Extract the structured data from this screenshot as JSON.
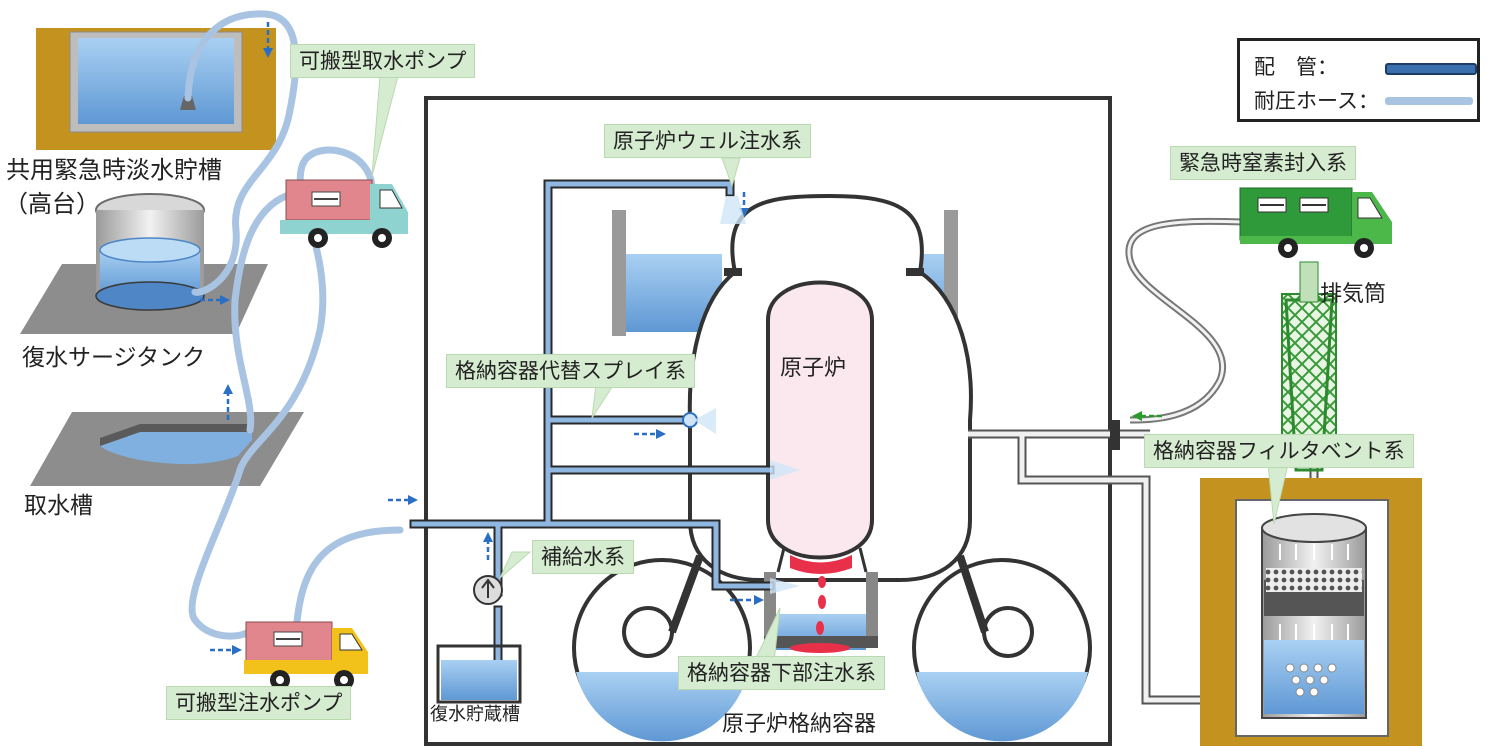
{
  "labels": {
    "common_emergency_tank": "共用緊急時淡水貯槽",
    "common_emergency_tank_sub": "（高台）",
    "condensate_surge_tank": "復水サージタンク",
    "intake_pit": "取水槽",
    "condensate_storage_tank": "復水貯蔵槽",
    "reactor": "原子炉",
    "containment_vessel": "原子炉格納容器",
    "exhaust_stack": "排気筒"
  },
  "callouts": {
    "portable_intake_pump": "可搬型取水ポンプ",
    "portable_injection_pump": "可搬型注水ポンプ",
    "reactor_well_injection": "原子炉ウェル注水系",
    "alt_spray": "格納容器代替スプレイ系",
    "makeup_water": "補給水系",
    "lower_injection": "格納容器下部注水系",
    "nitrogen_injection": "緊急時窒素封入系",
    "filter_vent": "格納容器フィルタベント系"
  },
  "legend": {
    "piping_label": "配　管：",
    "piping_color": "#3a6fae",
    "hose_label": "耐圧ホース：",
    "hose_color": "#a9c4e2"
  },
  "colors": {
    "ground": "#c4931f",
    "water": "#7fb0df",
    "reactor_fill": "#fbe8ee",
    "corium": "#e8304a",
    "truck_box": "#e0868c",
    "truck_cab_cyan": "#8fd3d0",
    "truck_cab_yellow": "#f3c21a",
    "nitrogen_truck": "#2f9a3a",
    "stack": "#3a9a3a"
  }
}
